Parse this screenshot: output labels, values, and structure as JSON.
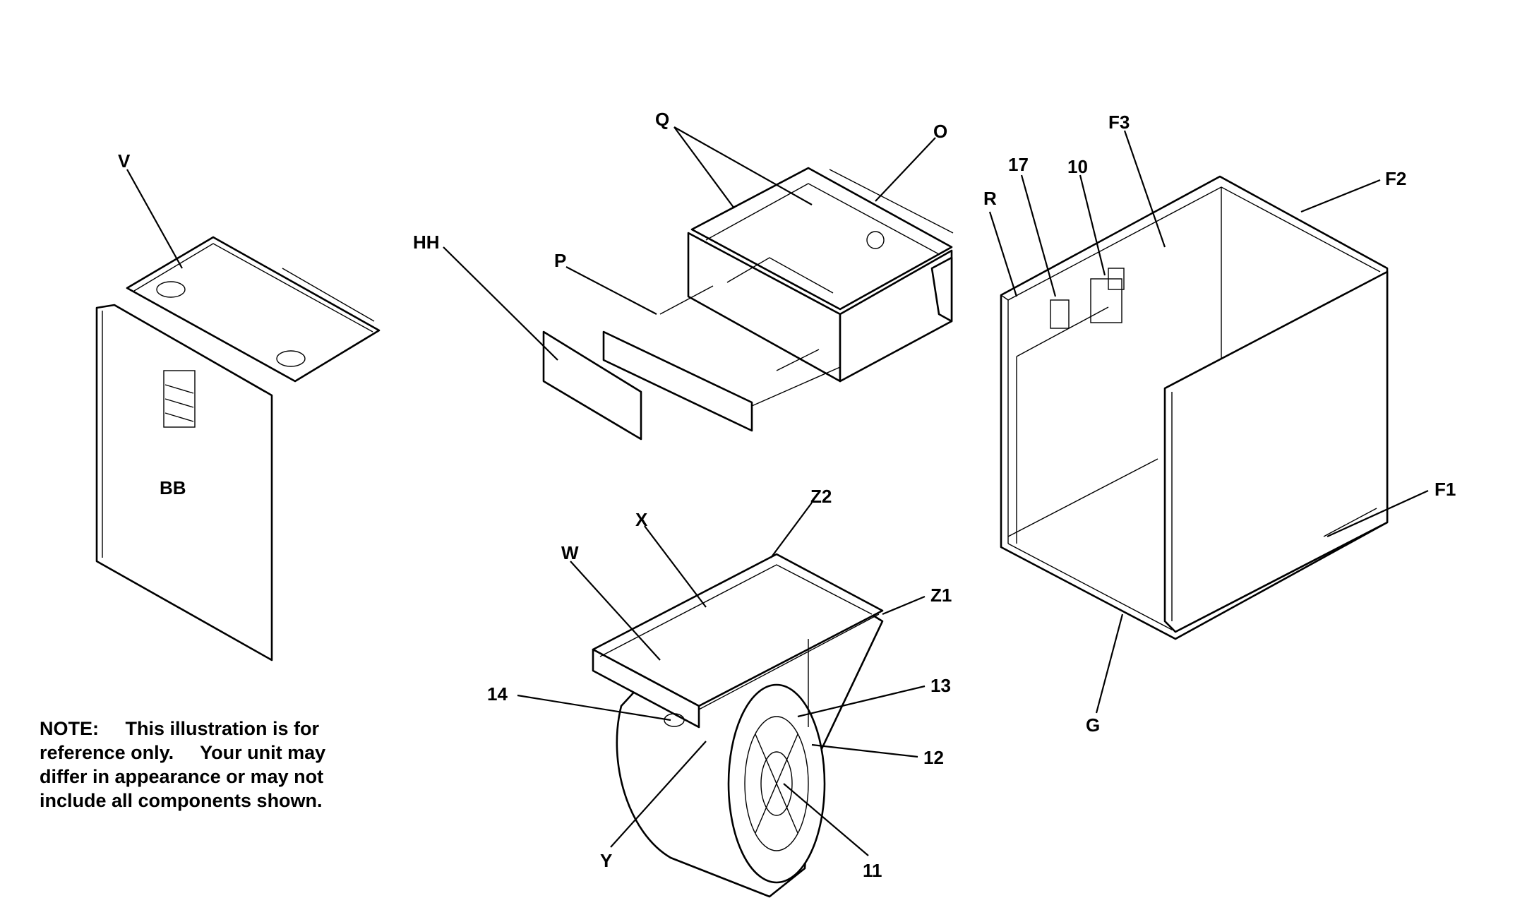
{
  "callouts": {
    "V": "V",
    "BB": "BB",
    "HH": "HH",
    "P": "P",
    "Q": "Q",
    "O": "O",
    "R": "R",
    "c17": "17",
    "c10": "10",
    "F3": "F3",
    "F2": "F2",
    "F1": "F1",
    "G": "G",
    "W": "W",
    "X": "X",
    "Z2": "Z2",
    "Z1": "Z1",
    "c14": "14",
    "c13": "13",
    "c12": "12",
    "c11": "11",
    "Y": "Y"
  },
  "note": {
    "line1": "NOTE:     This illustration is for",
    "line2": "reference only.     Your unit may",
    "line3": "differ in appearance or may not",
    "line4": "include all components shown."
  }
}
